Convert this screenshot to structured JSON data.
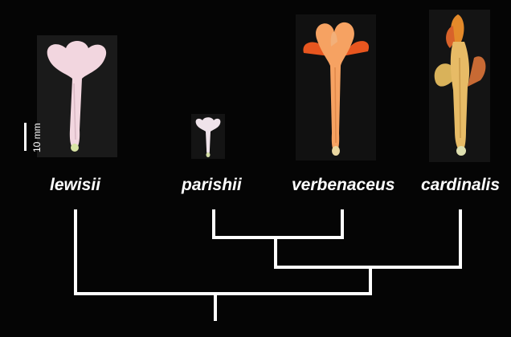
{
  "figure": {
    "scale_bar_label": "10 mm",
    "species": [
      {
        "name": "lewisii",
        "flower_color": "#f1d3dc"
      },
      {
        "name": "parishii",
        "flower_color": "#eee2e8"
      },
      {
        "name": "verbenaceus",
        "flower_color": "#f59a56"
      },
      {
        "name": "cardinalis",
        "flower_color": "#e6b45e"
      }
    ],
    "tree_line_color": "#ffffff",
    "background_color": "#050505"
  }
}
